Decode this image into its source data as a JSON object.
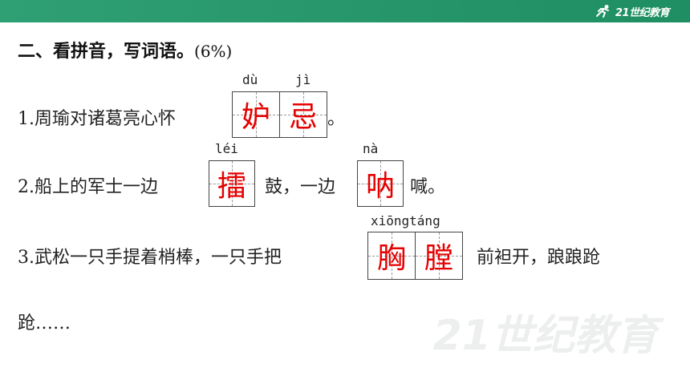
{
  "brand": {
    "text": "21世纪教育"
  },
  "heading": {
    "text": "二、看拼音，写词语。",
    "points": "(6%)"
  },
  "items": [
    {
      "before": "1.周瑜对诸葛亮心怀",
      "pinyin": [
        "dù",
        "jì"
      ],
      "chars": [
        "妒",
        "忌"
      ],
      "after": "。"
    },
    {
      "before": "2.船上的军士一边",
      "pinyin1": "léi",
      "char1": "擂",
      "middle": "鼓，一边",
      "pinyin2": "nà",
      "char2": "呐",
      "after": "喊。"
    },
    {
      "before": "3.武松一只手提着梢棒，一只手把",
      "pinyin": "xiōngtáng",
      "chars": [
        "胸",
        "膛"
      ],
      "after": "前袒开，踉踉跄"
    },
    {
      "text": "跄……"
    }
  ],
  "watermark": {
    "text": "21世纪教育"
  },
  "colors": {
    "answer": "#e60000",
    "header_bar": "#2f9f74"
  }
}
